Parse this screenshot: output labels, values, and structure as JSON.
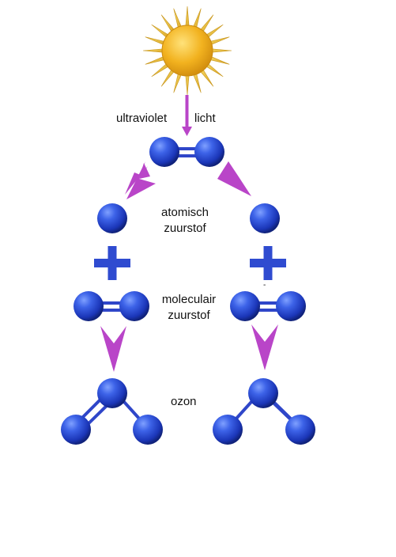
{
  "labels": {
    "ultraviolet": "ultraviolet",
    "licht": "licht",
    "atomic_line1": "atomisch",
    "atomic_line2": "zuurstof",
    "molecular_line1": "moleculair",
    "molecular_line2": "zuurstof",
    "ozone": "ozon",
    "stray_mark": "-"
  },
  "colors": {
    "atom": "#2a4fd6",
    "bond": "#2f46c9",
    "arrow": "#b945c8",
    "plus": "#2f4bd0",
    "sun_core": "#f1b92a",
    "sun_rays": "#e7c13a",
    "text": "#111111",
    "background": "#ffffff"
  },
  "icons": [
    "sun-icon",
    "plus-icon",
    "arrow-icon"
  ]
}
